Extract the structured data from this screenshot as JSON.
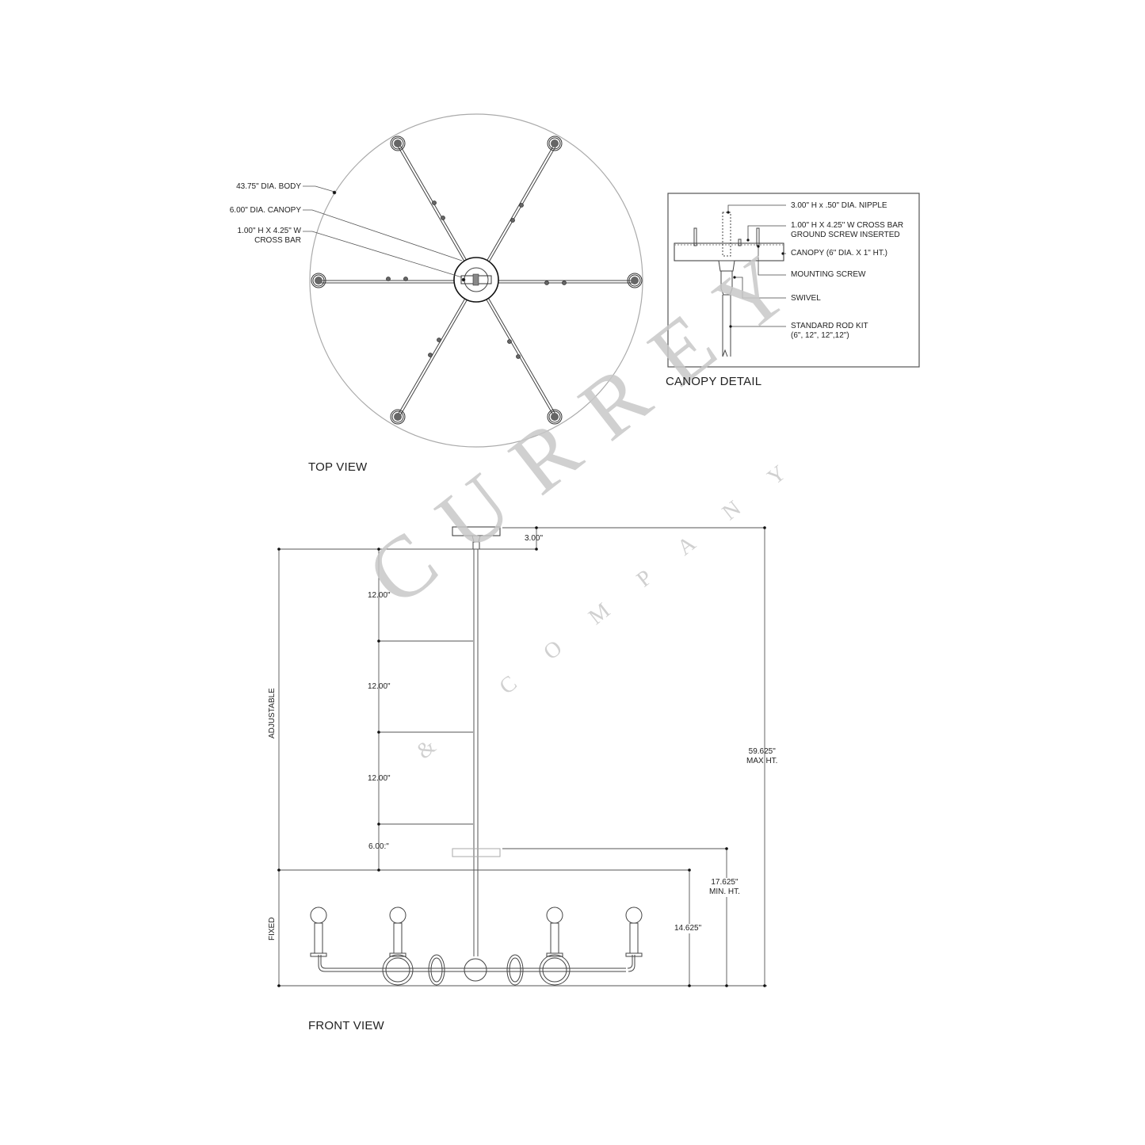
{
  "top_view": {
    "title": "TOP VIEW",
    "callouts": [
      "43.75\" DIA. BODY",
      "6.00\" DIA. CANOPY",
      "1.00\" H X 4.25\" W",
      "CROSS BAR"
    ],
    "arm_count": 6
  },
  "canopy_detail": {
    "title": "CANOPY DETAIL",
    "callouts": {
      "nipple": "3.00\" H x .50\" DIA. NIPPLE",
      "crossbar_1": "1.00\" H X 4.25\" W CROSS BAR",
      "crossbar_2": "GROUND SCREW INSERTED",
      "canopy": "CANOPY (6\" DIA. X 1\" HT.)",
      "mounting_screw": "MOUNTING SCREW",
      "swivel": "SWIVEL",
      "rod_kit_1": "STANDARD ROD KIT",
      "rod_kit_2": "(6\", 12\", 12\",12\")"
    }
  },
  "front_view": {
    "title": "FRONT VIEW",
    "dimensions": {
      "canopy_height": "3.00\"",
      "rod_1": "12.00\"",
      "rod_2": "12.00\"",
      "rod_3": "12.00\"",
      "rod_4": "6.00:\"",
      "max_height_1": "59.625\"",
      "max_height_2": "MAX HT.",
      "min_height_1": "17.625\"",
      "min_height_2": "MIN. HT.",
      "fixed_height": "14.625\""
    },
    "side_labels": {
      "adjustable": "ADJUSTABLE",
      "fixed": "FIXED"
    }
  },
  "watermark": {
    "brand": "CURREY",
    "sub": "& COMPANY",
    "color": "#c8c8c8"
  }
}
